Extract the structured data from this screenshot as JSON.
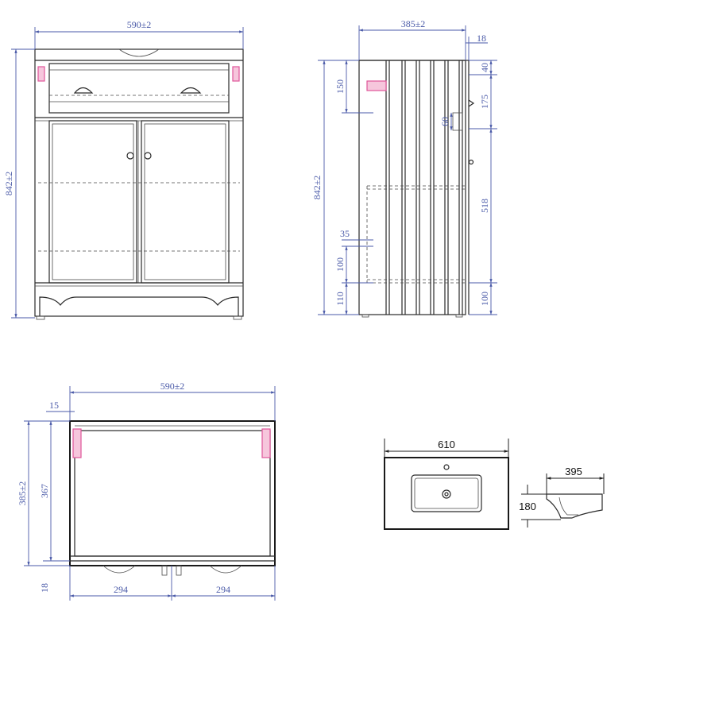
{
  "colors": {
    "dimension": "#4a5aa8",
    "outline": "#2a2a2a",
    "hinge": "#e0559a"
  },
  "front_view": {
    "width_label": "590±2",
    "height_label": "842±2"
  },
  "side_view": {
    "depth_label": "385±2",
    "top_offset_label": "18",
    "height_label": "842±2",
    "drawer_label": "150",
    "top_right_label": "40",
    "upper_label": "175",
    "handle_label": "60",
    "lower_label": "518",
    "small_label": "35",
    "left_plinth_label": "100",
    "bottom_label": "110",
    "right_bottom_label": "100"
  },
  "top_view": {
    "width_label": "590±2",
    "side_label": "15",
    "depth_label": "385±2",
    "inner_depth_label": "367",
    "back_label": "18",
    "half_left_label": "294",
    "half_right_label": "294"
  },
  "basin_top": {
    "width_label": "610"
  },
  "basin_side": {
    "depth_label": "395",
    "height_label": "180"
  }
}
